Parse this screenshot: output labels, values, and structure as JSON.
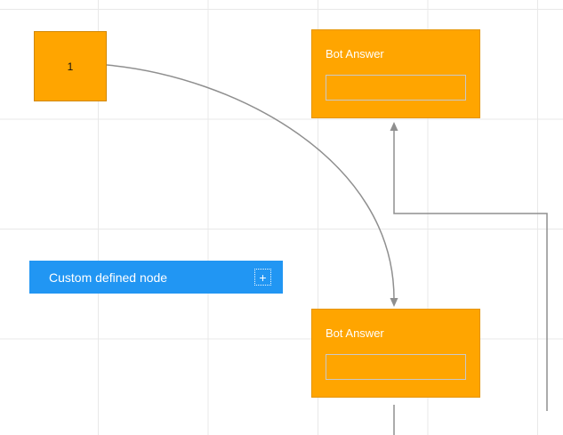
{
  "colors": {
    "node_fill": "#FFA500",
    "custom_fill": "#2196F3",
    "connector": "#8f8f8f",
    "grid": "#e8e8e8",
    "inner_border": "#c9c9c9"
  },
  "nodes": {
    "square": {
      "label": "1"
    },
    "botAnswerTop": {
      "title": "Bot Answer"
    },
    "botAnswerBottom": {
      "title": "Bot Answer"
    },
    "custom": {
      "label": "Custom defined node",
      "plus_icon": "+"
    }
  }
}
